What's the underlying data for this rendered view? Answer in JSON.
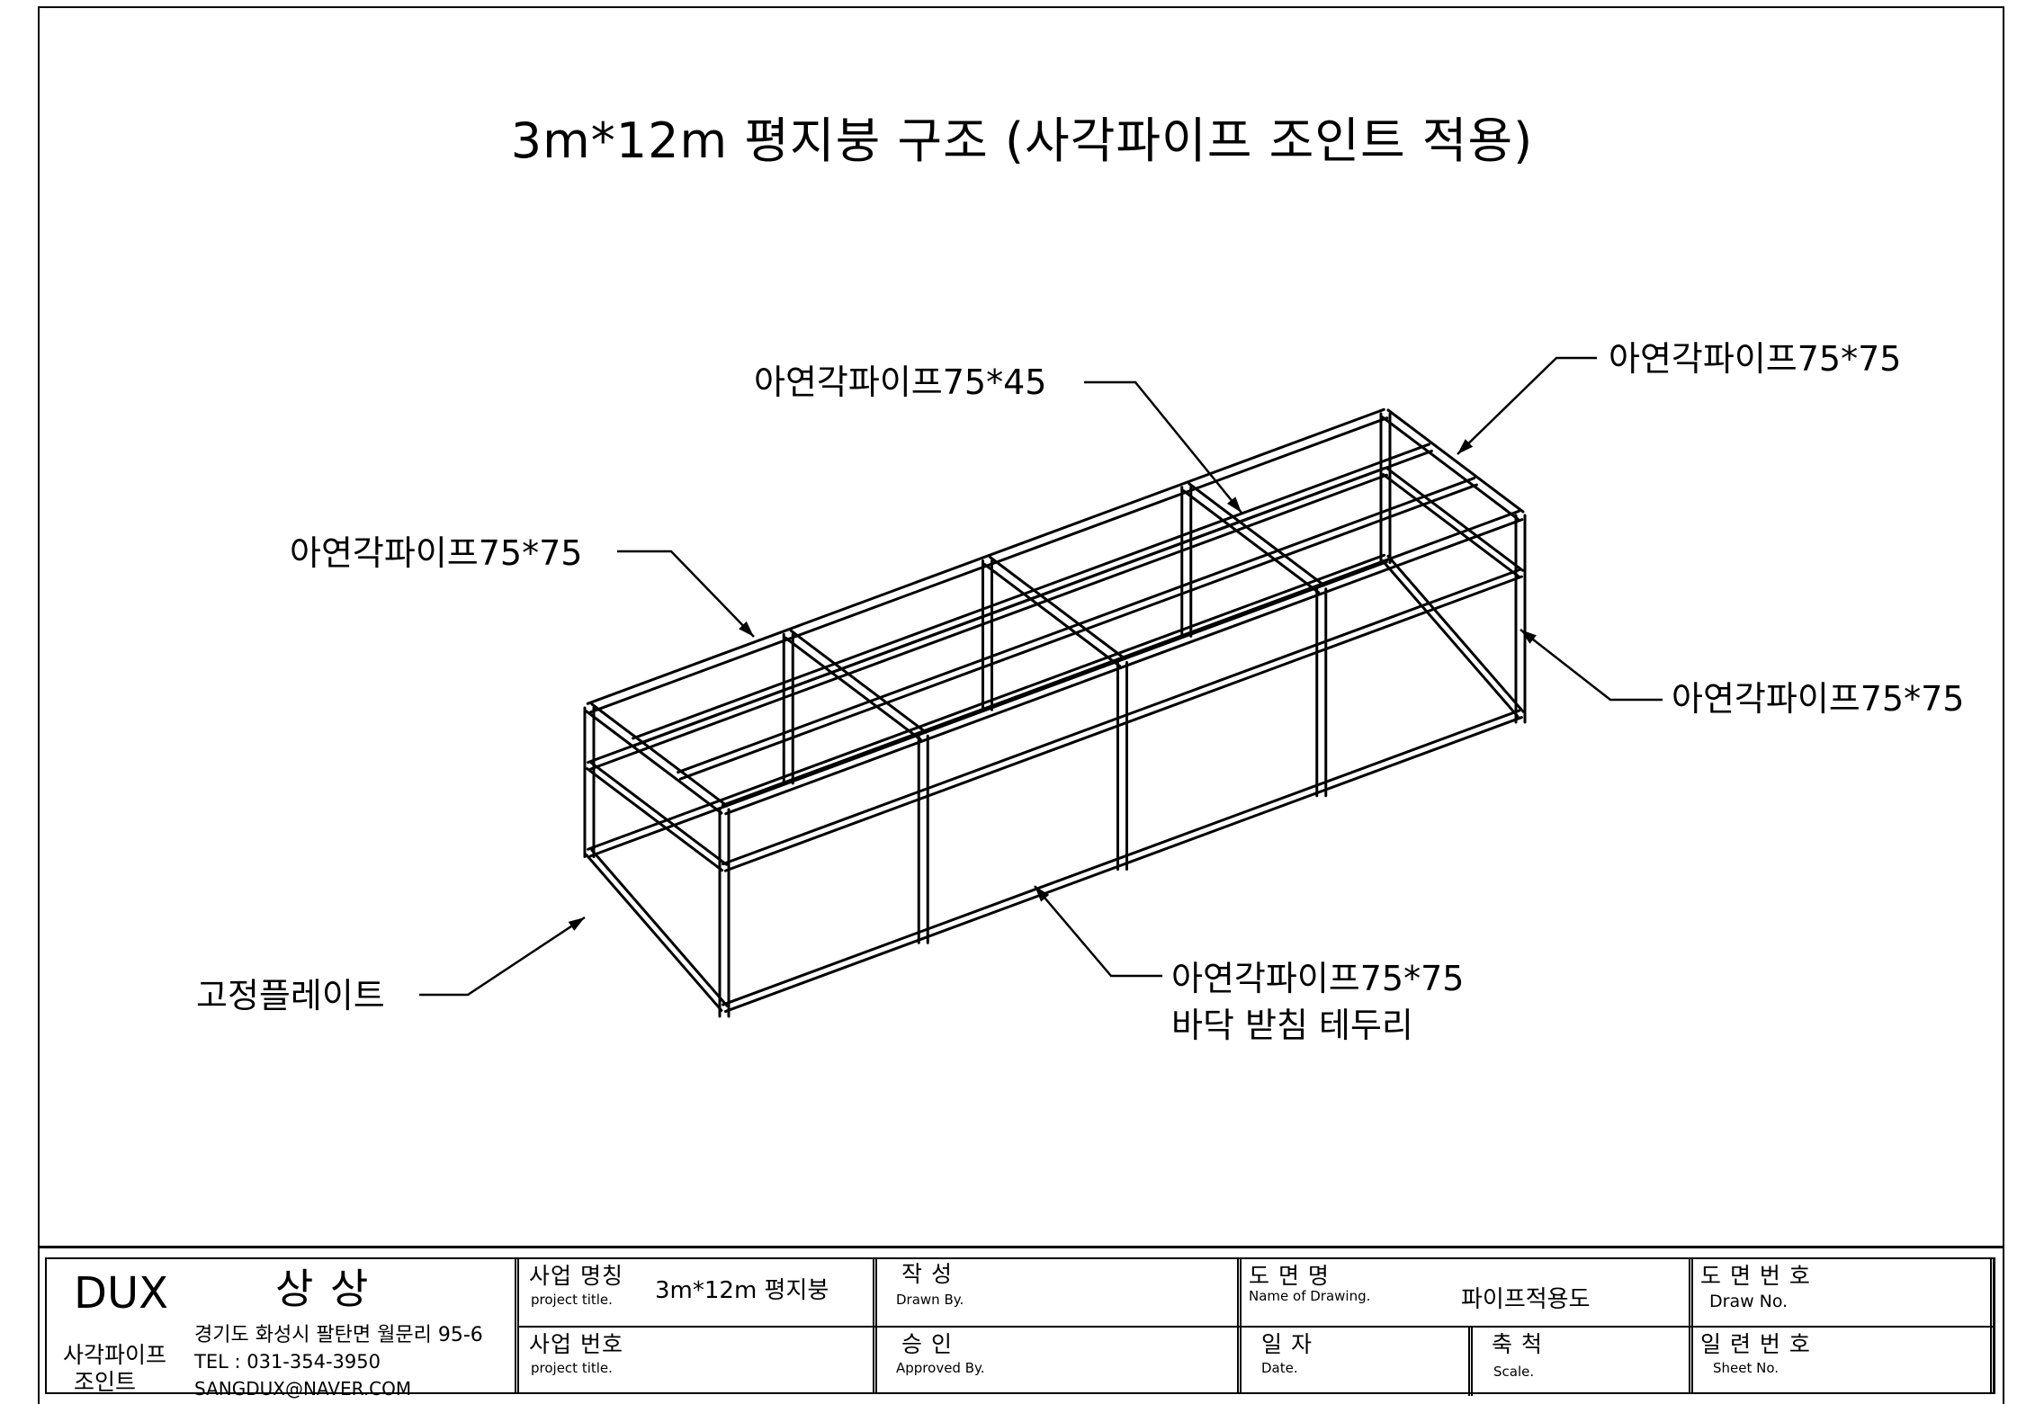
{
  "drawing_title": "3m*12m  평지붕 구조  (사각파이프 조인트 적용)",
  "callouts": {
    "top_center": "아연각파이프75*45",
    "top_right": "아연각파이프75*75",
    "left": "아연각파이프75*75",
    "right": "아연각파이프75*75",
    "plate": "고정플레이트",
    "bottom_line1": "아연각파이프75*75",
    "bottom_line2": "바닥 받침 테두리"
  },
  "title_block": {
    "company": {
      "brand": "DUX",
      "name": "상 상",
      "product_line1": "사각파이프",
      "product_line2": "조인트",
      "address": "경기도 화성시 팔탄면 월문리 95-6",
      "tel": "TEL : 031-354-3950",
      "email": "SANGDUX@NAVER.COM"
    },
    "project_name": {
      "label_ko": "사업 명칭",
      "label_en": "project title.",
      "value": "3m*12m  평지붕"
    },
    "project_number": {
      "label_ko": "사업 번호",
      "label_en": "project title.",
      "value": ""
    },
    "drawn_by": {
      "label_ko": "작   성",
      "label_en": "Drawn By.",
      "value": ""
    },
    "approved_by": {
      "label_ko": "승   인",
      "label_en": "Approved By.",
      "value": ""
    },
    "drawing_name": {
      "label_ko": "도  면  명",
      "label_en": "Name of Drawing.",
      "value": "파이프적용도"
    },
    "date": {
      "label_ko": "일  자",
      "label_en": "Date.",
      "value": ""
    },
    "scale": {
      "label_ko": "축  척",
      "label_en": "Scale.",
      "value": ""
    },
    "drawing_number": {
      "label_ko": "도 면 번 호",
      "label_en": "Draw No.",
      "value": ""
    },
    "sheet_number": {
      "label_ko": "일 련 번 호",
      "label_en": "Sheet No.",
      "value": ""
    }
  }
}
